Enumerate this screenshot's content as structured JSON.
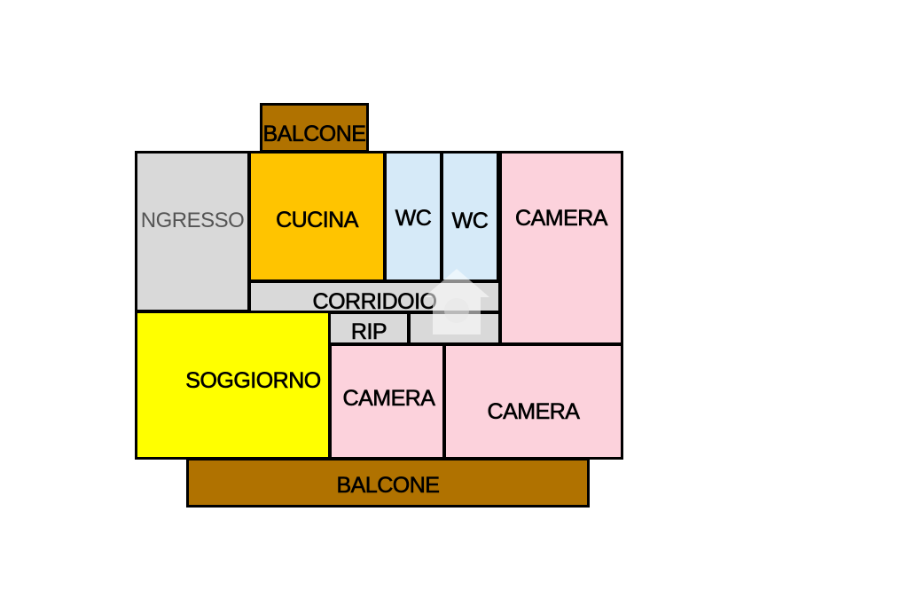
{
  "rooms": {
    "balcone_top": "BALCONE",
    "ingresso": "NGRESSO",
    "cucina": "CUCINA",
    "wc_1": "WC",
    "wc_2": "WC",
    "camera_right": "CAMERA",
    "corridoio": "CORRIDOIO",
    "rip": "RIP",
    "soggiorno": "SOGGIORNO",
    "camera_middle": "CAMERA",
    "camera_bottom_right": "CAMERA",
    "balcone_bottom": "BALCONE"
  },
  "colors": {
    "balcone": "#b07200",
    "ingresso": "#d9d9d9",
    "cucina": "#ffc400",
    "wc": "#d6eaf8",
    "camera": "#fcd2dc",
    "corridoio": "#d9d9d9",
    "soggiorno": "#ffff00"
  },
  "watermark_icon": "house-watermark-icon"
}
